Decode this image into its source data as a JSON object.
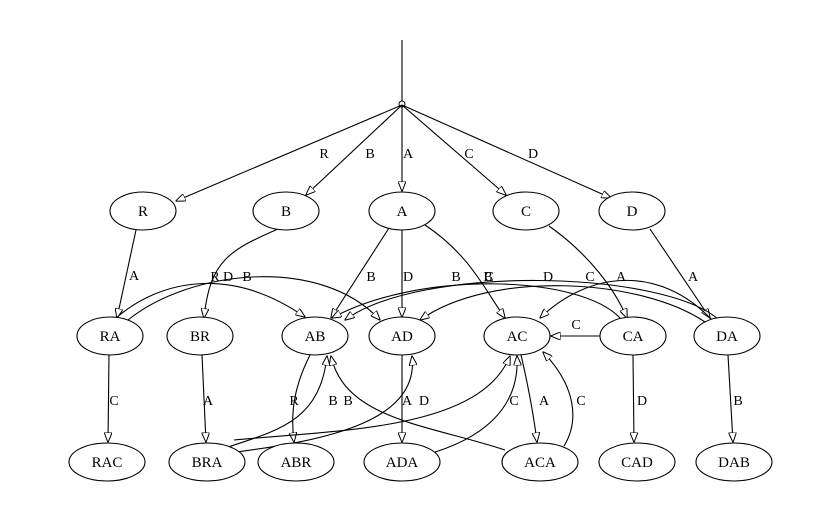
{
  "nodes": [
    {
      "id": "R",
      "label": "R"
    },
    {
      "id": "B",
      "label": "B"
    },
    {
      "id": "A",
      "label": "A"
    },
    {
      "id": "C",
      "label": "C"
    },
    {
      "id": "D",
      "label": "D"
    },
    {
      "id": "RA",
      "label": "RA"
    },
    {
      "id": "BR",
      "label": "BR"
    },
    {
      "id": "AB",
      "label": "AB"
    },
    {
      "id": "AD",
      "label": "AD"
    },
    {
      "id": "AC",
      "label": "AC"
    },
    {
      "id": "CA",
      "label": "CA"
    },
    {
      "id": "DA",
      "label": "DA"
    },
    {
      "id": "RAC",
      "label": "RAC"
    },
    {
      "id": "BRA",
      "label": "BRA"
    },
    {
      "id": "ABR",
      "label": "ABR"
    },
    {
      "id": "ADA",
      "label": "ADA"
    },
    {
      "id": "ACA",
      "label": "ACA"
    },
    {
      "id": "CAD",
      "label": "CAD"
    },
    {
      "id": "DAB",
      "label": "DAB"
    }
  ],
  "edges": [
    {
      "from": "root",
      "to": "R",
      "label": "R"
    },
    {
      "from": "root",
      "to": "B",
      "label": "B"
    },
    {
      "from": "root",
      "to": "A",
      "label": "A"
    },
    {
      "from": "root",
      "to": "C",
      "label": "C"
    },
    {
      "from": "root",
      "to": "D",
      "label": "D"
    },
    {
      "from": "R",
      "to": "RA",
      "label": "A"
    },
    {
      "from": "B",
      "to": "BR",
      "label": "R"
    },
    {
      "from": "A",
      "to": "AB",
      "label": "B"
    },
    {
      "from": "A",
      "to": "AD",
      "label": "D"
    },
    {
      "from": "A",
      "to": "AC",
      "label": "C"
    },
    {
      "from": "C",
      "to": "CA",
      "label": "A"
    },
    {
      "from": "D",
      "to": "DA",
      "label": "A"
    },
    {
      "from": "RA",
      "to": "AB",
      "label": "B"
    },
    {
      "from": "RA",
      "to": "AD",
      "label": "D"
    },
    {
      "from": "DA",
      "to": "AB",
      "label": "B"
    },
    {
      "from": "DA",
      "to": "AD",
      "label": "D"
    },
    {
      "from": "CA",
      "to": "AB",
      "label": "B"
    },
    {
      "from": "CA",
      "to": "AC",
      "label": "C"
    },
    {
      "from": "DA",
      "to": "AC",
      "label": "C"
    },
    {
      "from": "RA",
      "to": "RAC",
      "label": "C"
    },
    {
      "from": "BR",
      "to": "BRA",
      "label": "A"
    },
    {
      "from": "AB",
      "to": "ABR",
      "label": "R"
    },
    {
      "from": "AD",
      "to": "ADA",
      "label": "A"
    },
    {
      "from": "AC",
      "to": "ACA",
      "label": "A"
    },
    {
      "from": "CA",
      "to": "CAD",
      "label": "D"
    },
    {
      "from": "DA",
      "to": "DAB",
      "label": "B"
    },
    {
      "from": "BRA",
      "to": "AB",
      "label": "B"
    },
    {
      "from": "ACA",
      "to": "AB",
      "label": "B"
    },
    {
      "from": "BRA",
      "to": "AD",
      "label": "D"
    },
    {
      "from": "ADA",
      "to": "AC",
      "label": "C"
    },
    {
      "from": "BRA",
      "to": "AC",
      "label": ""
    },
    {
      "from": "ACA",
      "to": "AC",
      "label": "C"
    }
  ]
}
